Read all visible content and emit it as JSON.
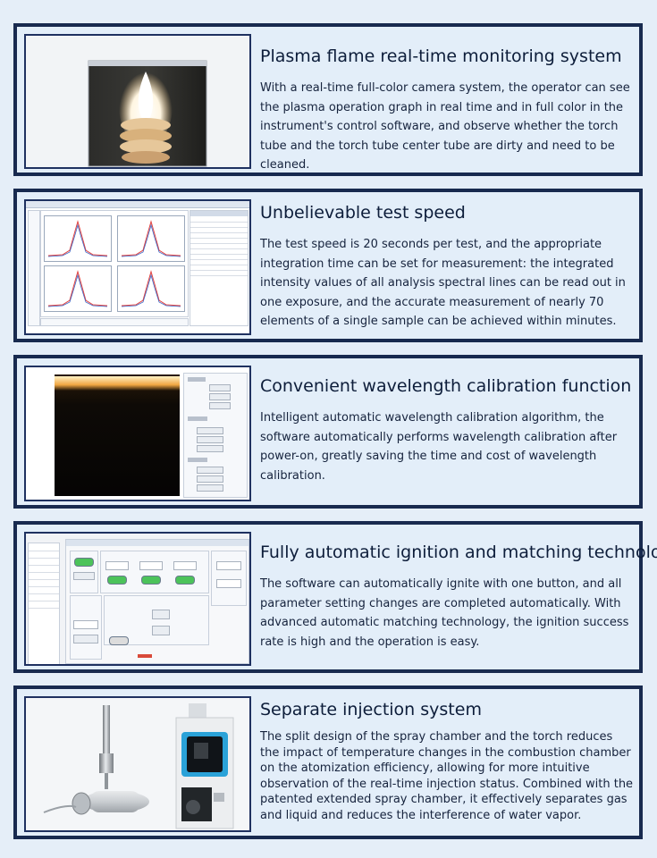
{
  "sections": [
    {
      "title": "Plasma flame real-time monitoring system",
      "body": "With a real-time full-color camera system, the operator can see the plasma operation graph in real time and in full color in the instrument's control software, and observe whether the torch tube and the torch tube center tube are dirty and need to be cleaned."
    },
    {
      "title": "Unbelievable test speed",
      "body": "The test speed is 20 seconds per test, and the appropriate integration time can be set for measurement: the integrated intensity values of all analysis spectral lines can be read out in one exposure, and the accurate measurement of nearly 70 elements of a single sample can be achieved within minutes."
    },
    {
      "title": "Convenient wavelength calibration function",
      "body": "Intelligent automatic wavelength calibration algorithm, the software automatically performs wavelength calibration after power-on, greatly saving the time and cost of wavelength calibration."
    },
    {
      "title": "Fully automatic ignition and matching technology",
      "body": "The software can automatically ignite with one button, and all parameter setting changes are completed automatically. With advanced automatic matching technology, the ignition success rate is high and the operation is easy."
    },
    {
      "title": "Separate injection system",
      "body": "The split design of the spray chamber and the torch reduces the impact of temperature changes in the combustion chamber on the atomization efficiency, allowing for more intuitive observation of the real-time injection status. Combined with the patented extended spray chamber, it effectively separates gas and liquid and reduces the interference of water vapor."
    }
  ],
  "colors": {
    "border": "#182a4f",
    "card_bg": "#e3eef9",
    "title": "#0d1d3a",
    "body": "#16233d"
  },
  "images": [
    "plasma-flame-camera-view",
    "spectral-analysis-software-window",
    "wavelength-calibration-software-window",
    "ignition-control-software-window",
    "injection-system-render"
  ]
}
